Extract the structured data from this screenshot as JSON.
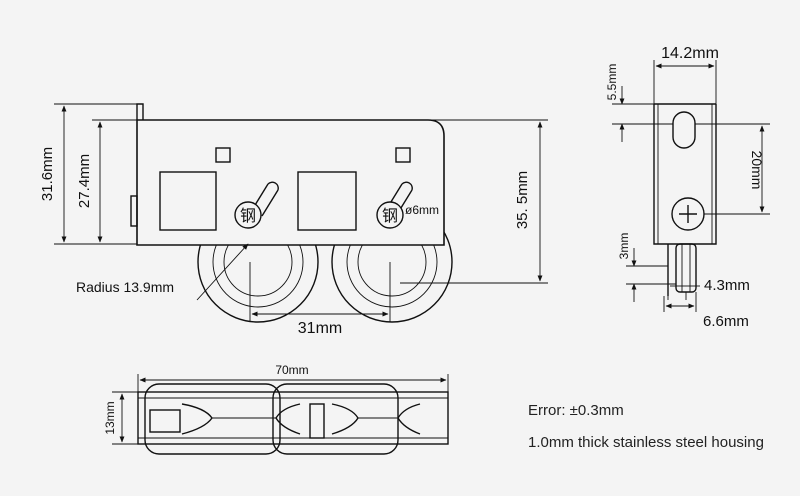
{
  "front_view": {
    "height_outer": "31.6mm",
    "height_inner": "27.4mm",
    "height_total": "35. 5mm",
    "wheel_spacing": "31mm",
    "radius": "Radius 13.9mm",
    "pin_diameter": "ø6mm",
    "pin_mark": "钢"
  },
  "side_view": {
    "width": "14.2mm",
    "slot_offset": "5.5mm",
    "hole_spacing": "20mm",
    "bottom_height": "3mm",
    "wheel_width": "4.3mm",
    "flange_width": "6.6mm"
  },
  "bottom_view": {
    "length": "70mm",
    "height": "13mm"
  },
  "notes": {
    "tolerance": "Error: ±0.3mm",
    "material": "1.0mm thick stainless steel housing"
  }
}
